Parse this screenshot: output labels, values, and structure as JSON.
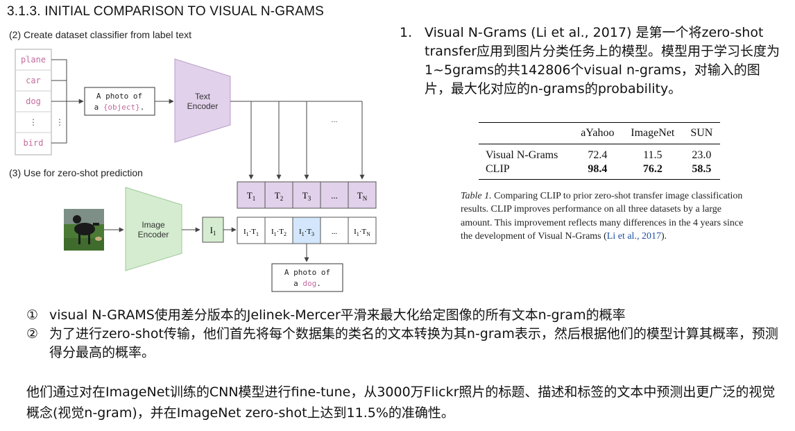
{
  "slide": {
    "title": "3.1.3. INITIAL COMPARISON TO VISUAL N-GRAMS"
  },
  "figure": {
    "step2_caption": "(2) Create dataset classifier from label text",
    "step3_caption": "(3) Use for zero-shot prediction",
    "labels": [
      "plane",
      "car",
      "dog",
      "⋮",
      "bird"
    ],
    "dots": "⋮",
    "prompt_line1": "A photo of",
    "prompt_line2_prefix": "a ",
    "prompt_object": "{object}",
    "prompt_line2_suffix": ".",
    "text_encoder_line1": "Text",
    "text_encoder_line2": "Encoder",
    "image_encoder_line1": "Image",
    "image_encoder_line2": "Encoder",
    "ellipsis": "...",
    "text_embeddings": [
      {
        "base": "T",
        "sub": "1"
      },
      {
        "base": "T",
        "sub": "2"
      },
      {
        "base": "T",
        "sub": "3"
      },
      {
        "base": "...",
        "sub": ""
      },
      {
        "base": "T",
        "sub": "N"
      }
    ],
    "image_embedding": {
      "base": "I",
      "sub": "1"
    },
    "products": [
      {
        "a": "I",
        "as": "1",
        "b": "·T",
        "bs": "1"
      },
      {
        "a": "I",
        "as": "1",
        "b": "·T",
        "bs": "2"
      },
      {
        "a": "I",
        "as": "1",
        "b": "·T",
        "bs": "3"
      },
      {
        "a": "...",
        "as": "",
        "b": "",
        "bs": ""
      },
      {
        "a": "I",
        "as": "1",
        "b": "·T",
        "bs": "N"
      }
    ],
    "output_line1": "A photo of",
    "output_line2_prefix": "a ",
    "output_object": "dog",
    "output_line2_suffix": ".",
    "colors": {
      "encoder_text": "#e1d1ea",
      "encoder_image": "#d5ecd0",
      "label_pink": "#c36b9e",
      "highlight_blue": "#d3e6fb"
    }
  },
  "point_list": {
    "num": "1.",
    "text": "Visual N-Grams (Li et al., 2017) 是第一个将zero-shot transfer应用到图片分类任务上的模型。模型用于学习长度为1~5grams的共142806个visual n-grams，对输入的图片，最大化对应的n-grams的probability。"
  },
  "chart_data": {
    "type": "table",
    "columns": [
      "",
      "aYahoo",
      "ImageNet",
      "SUN"
    ],
    "rows": [
      {
        "name": "Visual N-Grams",
        "values": [
          "72.4",
          "11.5",
          "23.0"
        ]
      },
      {
        "name": "CLIP",
        "values": [
          "98.4",
          "76.2",
          "58.5"
        ]
      }
    ]
  },
  "table_caption": {
    "label": "Table 1.",
    "text": " Comparing CLIP to prior zero-shot transfer image classification results. CLIP improves performance on all three datasets by a large amount. This improvement reflects many differences in the 4 years since the development of Visual N-Grams (",
    "cite": "Li et al., 2017",
    "end": ")."
  },
  "circle_list": [
    {
      "mark": "①",
      "text": "visual N-GRAMS使用差分版本的Jelinek-Mercer平滑来最大化给定图像的所有文本n-gram的概率"
    },
    {
      "mark": "②",
      "text": "为了进行zero-shot传输，他们首先将每个数据集的类名的文本转换为其n-gram表示，然后根据他们的模型计算其概率，预测得分最高的概率。"
    }
  ],
  "summary": "他们通过对在ImageNet训练的CNN模型进行fine-tune，从3000万Flickr照片的标题、描述和标签的文本中预测出更广泛的视觉概念(视觉n-gram)，并在ImageNet zero-shot上达到11.5%的准确性。"
}
